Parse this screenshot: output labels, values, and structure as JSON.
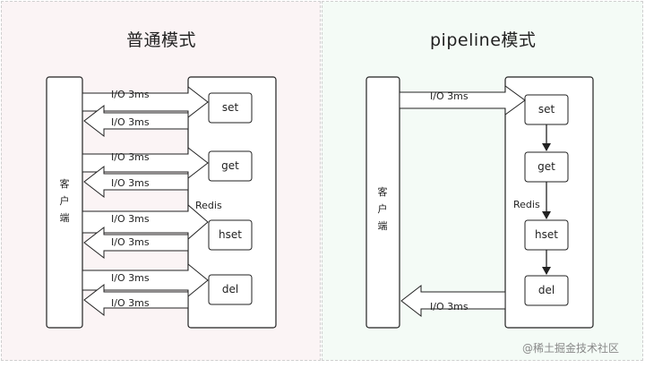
{
  "normal": {
    "title": "普通模式",
    "client": "客户端",
    "server": "Redis",
    "io": "I/O 3ms",
    "commands": [
      "set",
      "get",
      "hset",
      "del"
    ]
  },
  "pipeline": {
    "title": "pipeline模式",
    "client": "客户端",
    "server": "Redis",
    "io": "I/O 3ms",
    "commands": [
      "set",
      "get",
      "hset",
      "del"
    ]
  },
  "watermark": "@稀土掘金技术社区"
}
